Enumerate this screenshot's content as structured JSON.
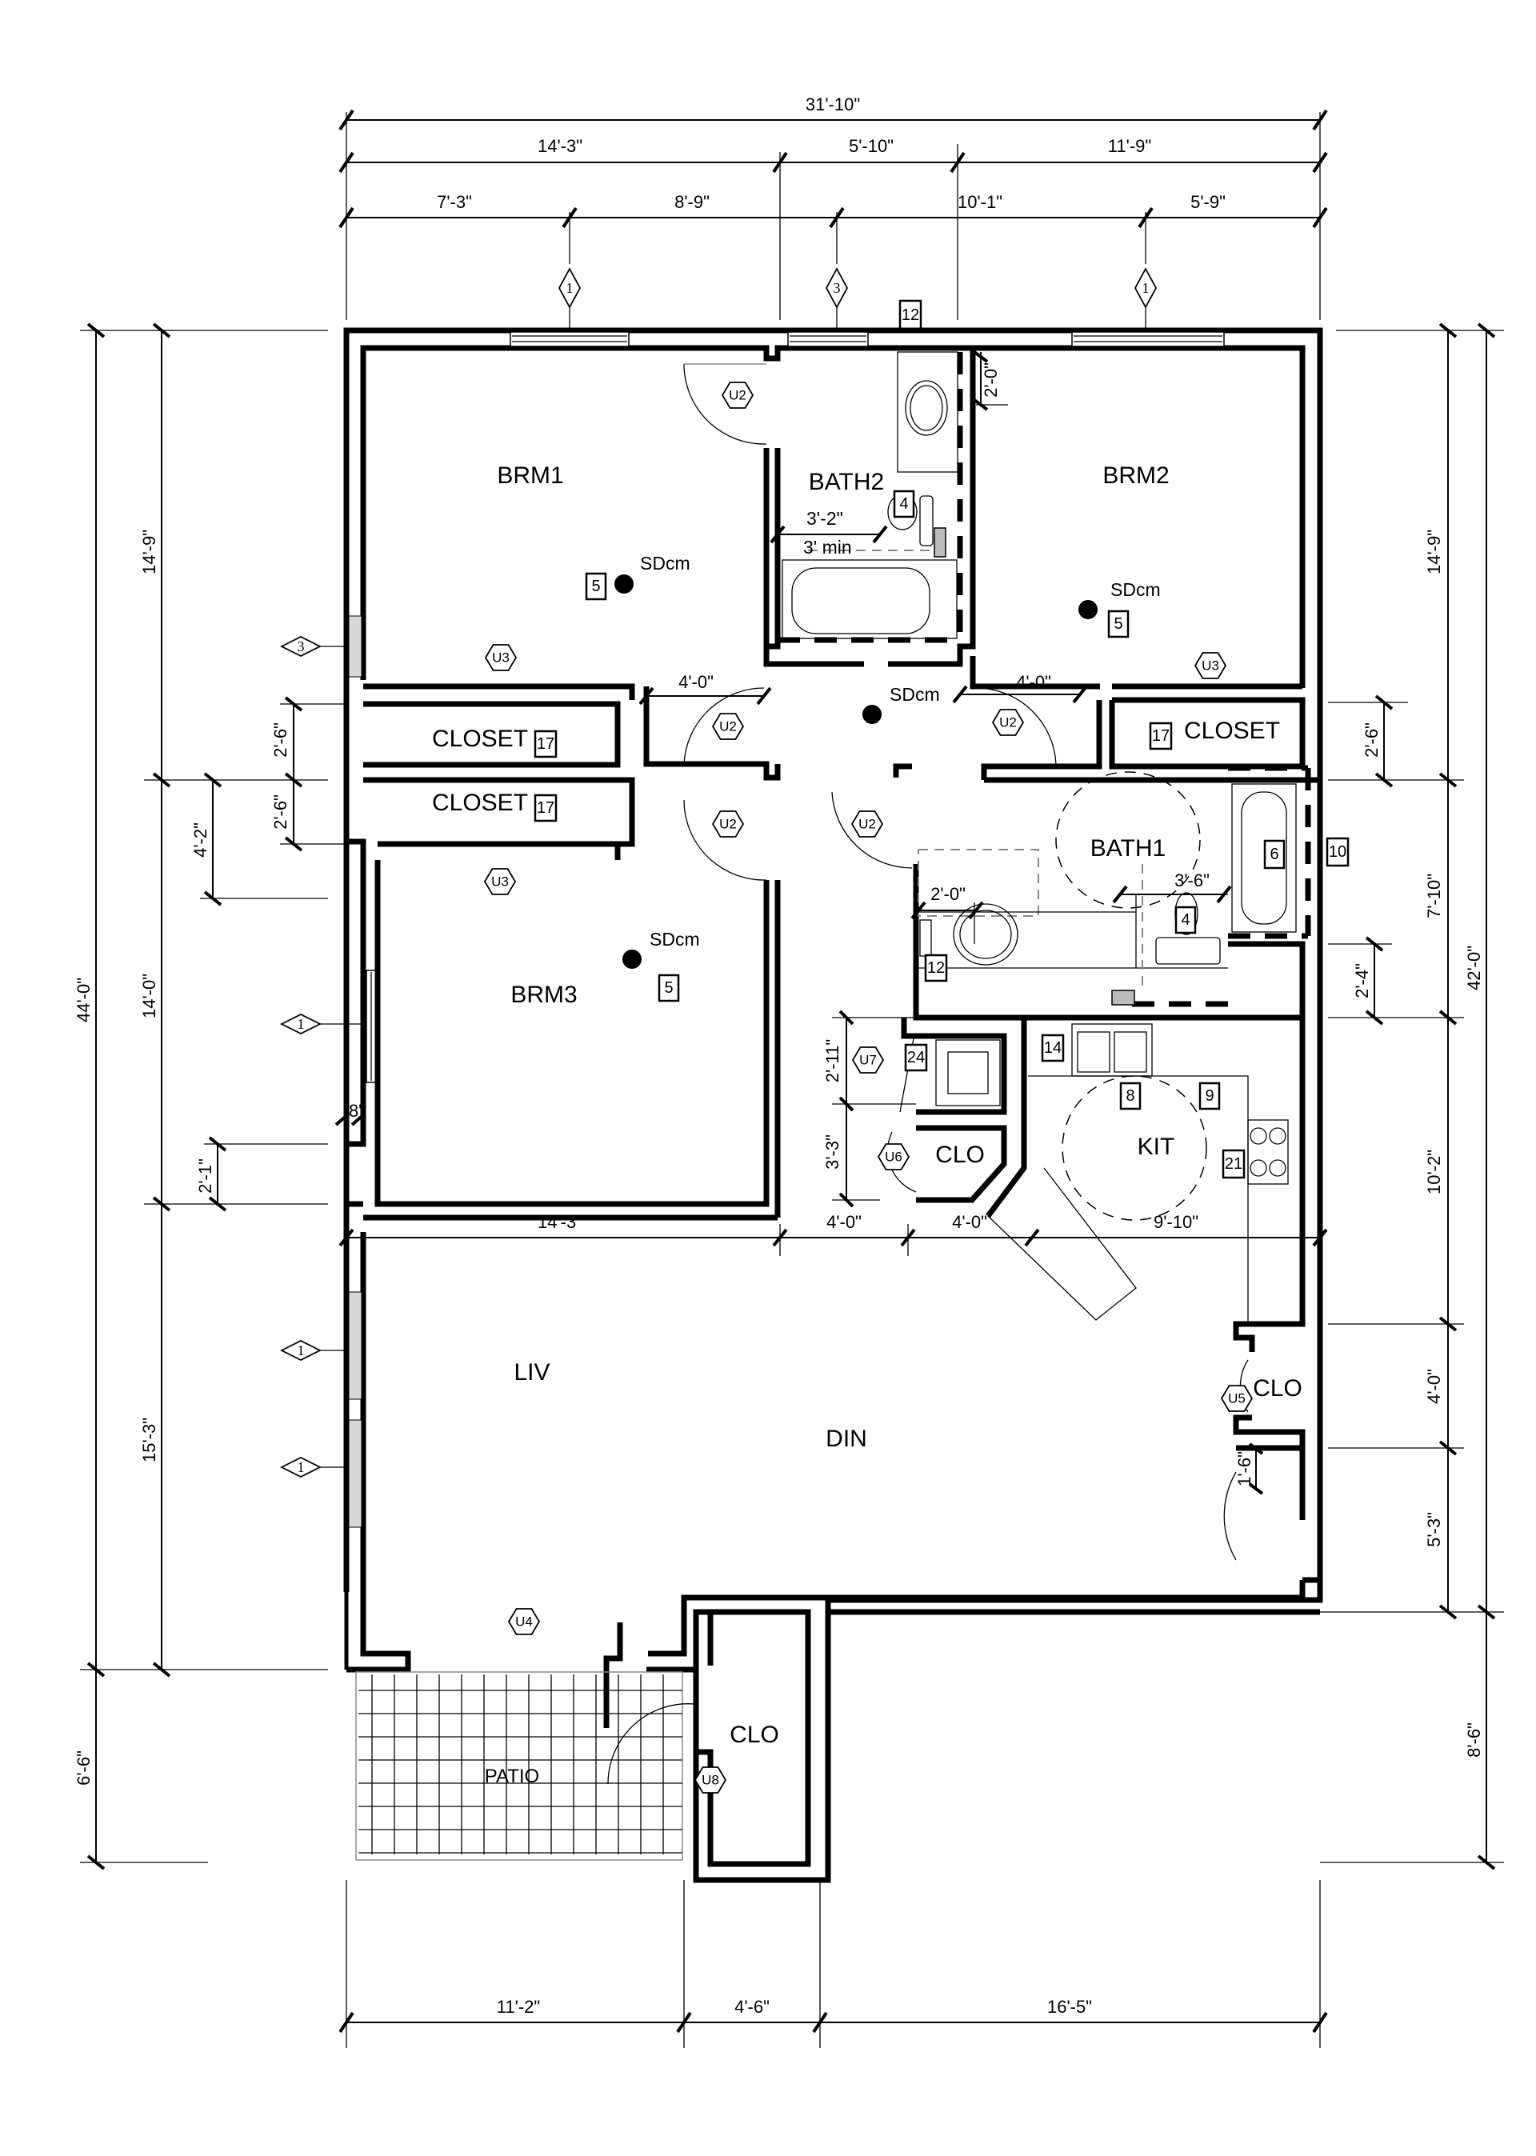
{
  "plan": {
    "rooms": {
      "brm1": "BRM1",
      "brm2": "BRM2",
      "brm3": "BRM3",
      "bath1": "BATH1",
      "bath2": "BATH2",
      "closet_brm1": "CLOSET",
      "closet_brm3": "CLOSET",
      "closet_brm2": "CLOSET",
      "kit": "KIT",
      "liv": "LIV",
      "din": "DIN",
      "clo_u6": "CLO",
      "clo_u5": "CLO",
      "clo_patio": "CLO",
      "patio": "PATIO"
    },
    "smoke_detector_label": "SDcm",
    "notes": {
      "bath2_clear": "3'-2\"",
      "bath2_min": "3' min"
    },
    "dimensions": {
      "top_overall": "31'-10\"",
      "top_row2": [
        "14'-3\"",
        "5'-10\"",
        "11'-9\""
      ],
      "top_row3": [
        "7'-3\"",
        "8'-9\"",
        "10'-1\"",
        "5'-9\""
      ],
      "bottom_row": [
        "11'-2\"",
        "4'-6\"",
        "16'-5\""
      ],
      "left_overall": "44'-0\"",
      "left_row2": [
        "14'-9\"",
        "14'-0\"",
        "15'-3\""
      ],
      "left_patio": "6'-6\"",
      "left_inner": [
        "2'-6\"",
        "2'-6\"",
        "4'-2\"",
        "2'-1\"",
        "8\""
      ],
      "right_overall": "42'-0\"",
      "right_row2": [
        "14'-9\"",
        "7'-10\"",
        "10'-2\"",
        "4'-0\"",
        "5'-3\""
      ],
      "right_patio": "8'-6\"",
      "right_inner": [
        "2'-6\"",
        "2'-4\""
      ],
      "interior": {
        "bath2_toilet": "2'-0\"",
        "brm1_door": "4'-0\"",
        "brm2_door": "4'-0\"",
        "bath1_toilet": "2'-0\"",
        "bath1_clear": "3'-6\"",
        "laundry": "2'-11\"",
        "clo_u6": "3'-3\"",
        "clo_u5_side": "1'-6\"",
        "liv_row": [
          "14'-3\"",
          "4'-0\"",
          "4'-0\"",
          "9'-10\""
        ]
      }
    },
    "window_tags": [
      "1",
      "3",
      "1",
      "3",
      "1",
      "1",
      "1"
    ],
    "door_tags": [
      "U2",
      "U2",
      "U2",
      "U2",
      "U2",
      "U3",
      "U3",
      "U3",
      "U4",
      "U5",
      "U6",
      "U7",
      "U8"
    ],
    "keynotes": {
      "k12_top": "12",
      "k4_bath2": "4",
      "k5_brm1": "5",
      "k5_brm2": "5",
      "k5_brm3": "5",
      "k17_closet1": "17",
      "k17_closet3": "17",
      "k17_closet2": "17",
      "k6": "6",
      "k10": "10",
      "k4_bath1": "4",
      "k12_bath1": "12",
      "k24": "24",
      "k14": "14",
      "k8": "8",
      "k9": "9",
      "k21": "21"
    }
  }
}
